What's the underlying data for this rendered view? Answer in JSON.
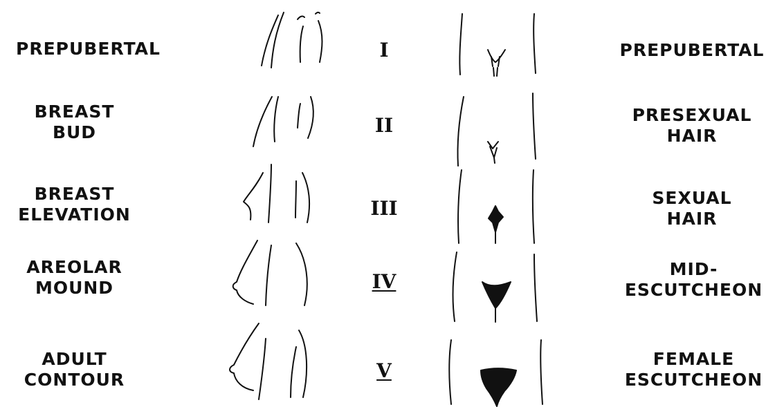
{
  "stages": [
    {
      "roman": "I",
      "breast": [
        "PREPUBERTAL"
      ],
      "pubic": [
        "PREPUBERTAL"
      ]
    },
    {
      "roman": "II",
      "breast": [
        "BREAST",
        "BUD"
      ],
      "pubic": [
        "PRESEXUAL",
        "HAIR"
      ]
    },
    {
      "roman": "III",
      "breast": [
        "BREAST",
        "ELEVATION"
      ],
      "pubic": [
        "SEXUAL",
        "HAIR"
      ]
    },
    {
      "roman": "IV",
      "breast": [
        "AREOLAR",
        "MOUND"
      ],
      "pubic": [
        "MID-",
        "ESCUTCHEON"
      ]
    },
    {
      "roman": "V",
      "breast": [
        "ADULT",
        "CONTOUR"
      ],
      "pubic": [
        "FEMALE",
        "ESCUTCHEON"
      ]
    }
  ]
}
